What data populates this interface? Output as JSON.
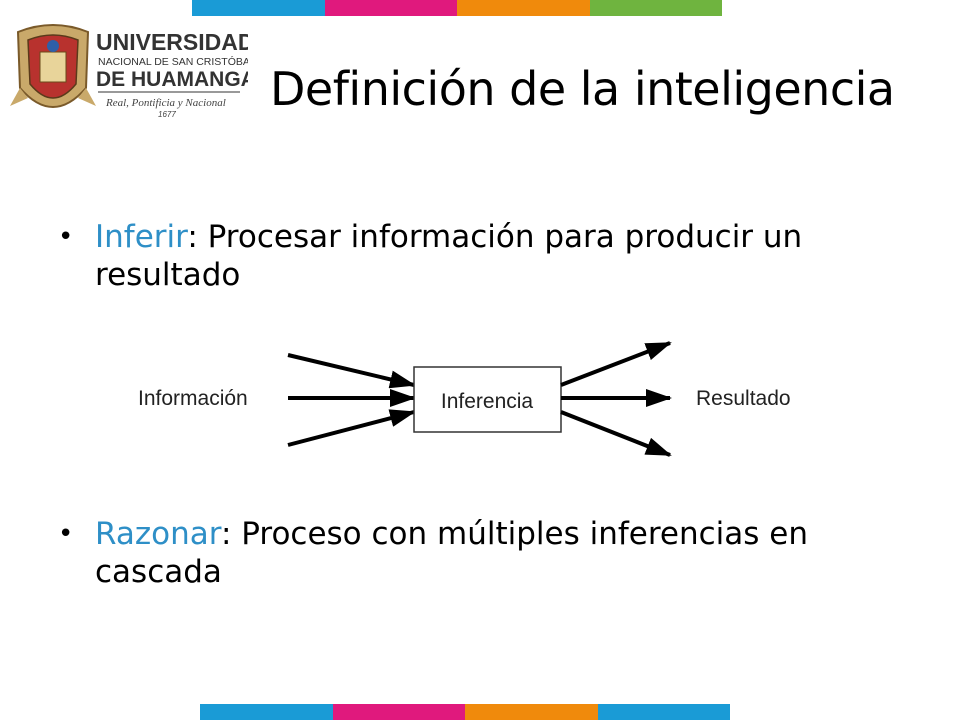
{
  "header": {
    "title": "Definición de la inteligencia",
    "logo": {
      "line1": "UNIVERSIDAD",
      "line2": "NACIONAL DE SAN CRISTÓBAL",
      "line3": "DE HUAMANGA",
      "motto": "Real, Pontificia y Nacional",
      "year": "1677",
      "icon": "university-crest"
    }
  },
  "colors": {
    "bar_blue": "#1a9bd6",
    "bar_magenta": "#e0197d",
    "bar_orange": "#f08a0c",
    "bar_green": "#6fb43f",
    "term": "#2e8fc7"
  },
  "bullets": [
    {
      "term": "Inferir",
      "rest": ": Procesar información para producir un resultado"
    },
    {
      "term": "Razonar",
      "rest": ": Proceso con múltiples inferencias en cascada"
    }
  ],
  "diagram": {
    "input_label": "Información",
    "process_label": "Inferencia",
    "output_label": "Resultado"
  }
}
